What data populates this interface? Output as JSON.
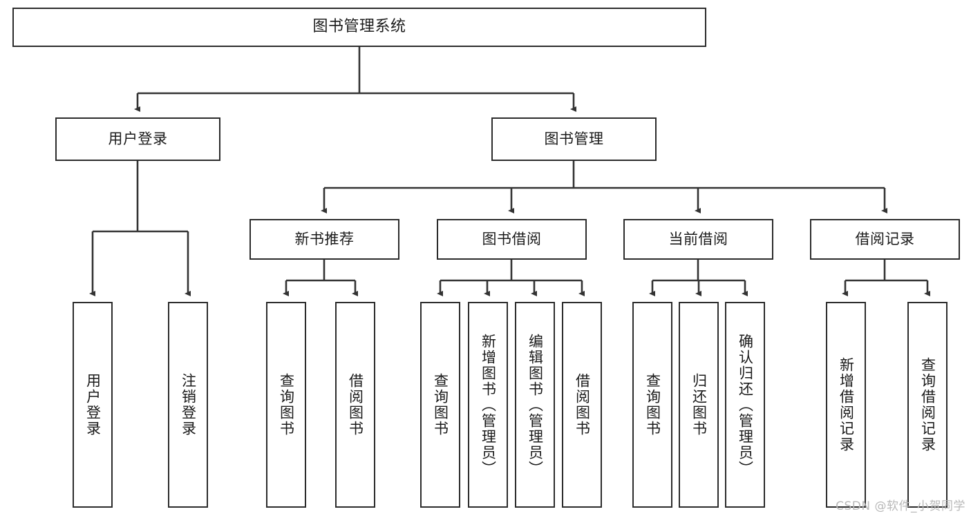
{
  "diagram": {
    "title": "图书管理系统",
    "type": "tree",
    "watermark": "CSDN @软件_小贺同学",
    "colors": {
      "box_border": "#2b2b2b",
      "box_fill": "#ffffff",
      "edge": "#333333",
      "text": "#1a1a1a",
      "watermark": "#b8b8b8",
      "background": "#ffffff"
    },
    "nodes": {
      "root": {
        "label": "图书管理系统"
      },
      "level1": [
        {
          "id": "user_login",
          "label": "用户登录"
        },
        {
          "id": "book_manage",
          "label": "图书管理"
        }
      ],
      "level2": [
        {
          "id": "new_book_rec",
          "label": "新书推荐"
        },
        {
          "id": "book_borrow",
          "label": "图书借阅"
        },
        {
          "id": "current_borrow",
          "label": "当前借阅"
        },
        {
          "id": "borrow_record",
          "label": "借阅记录"
        }
      ],
      "leaves": {
        "user_login": [
          {
            "id": "leaf_user_login",
            "label": "用户登录"
          },
          {
            "id": "leaf_logout",
            "label": "注销登录"
          }
        ],
        "new_book_rec": [
          {
            "id": "leaf_query_book_1",
            "label": "查询图书"
          },
          {
            "id": "leaf_borrow_book_1",
            "label": "借阅图书"
          }
        ],
        "book_borrow": [
          {
            "id": "leaf_query_book_2",
            "label": "查询图书"
          },
          {
            "id": "leaf_add_book",
            "label": "新增图书（管理员）"
          },
          {
            "id": "leaf_edit_book",
            "label": "编辑图书（管理员）"
          },
          {
            "id": "leaf_borrow_book_2",
            "label": "借阅图书"
          }
        ],
        "current_borrow": [
          {
            "id": "leaf_query_book_3",
            "label": "查询图书"
          },
          {
            "id": "leaf_return_book",
            "label": "归还图书"
          },
          {
            "id": "leaf_confirm_return",
            "label": "确认归还（管理员）"
          }
        ],
        "borrow_record": [
          {
            "id": "leaf_add_record",
            "label": "新增借阅记录"
          },
          {
            "id": "leaf_query_record",
            "label": "查询借阅记录"
          }
        ]
      }
    }
  }
}
